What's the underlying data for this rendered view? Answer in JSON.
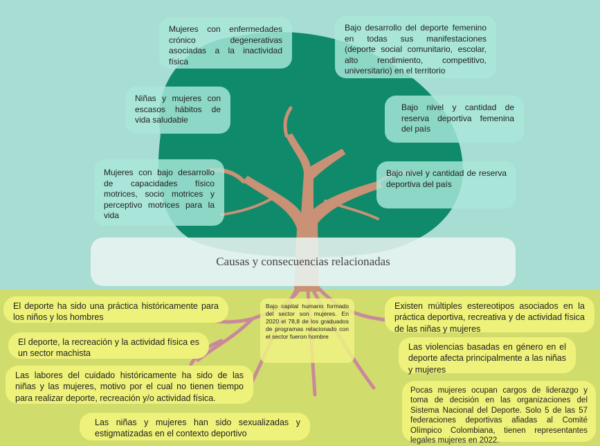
{
  "center_label": "Causas y consecuencias relacionadas",
  "consequences": [
    "Mujeres con enfermedades crónico degenerativas asociadas a la inactividad física",
    "Bajo desarrollo del deporte femenino en todas sus manifestaciones (deporte social comunitario, escolar, alto rendimiento, competitivo, universitario) en el territorio",
    "Niñas y mujeres con escasos hábitos de vida saludable",
    "Bajo nivel y cantidad de reserva deportiva femenina del país",
    "Mujeres con bajo desarrollo de capacidades físico motrices, socio motrices y perceptivo motrices para la vida",
    "Bajo nivel y cantidad de reserva deportiva del país"
  ],
  "causes": [
    "El deporte ha sido una práctica históricamente para los niños y los hombres",
    "El deporte, la recreación y la actividad física es un sector machista",
    "Las labores del cuidado históricamente ha sido de las niñas y las mujeres, motivo por el cual no tienen tiempo para realizar deporte, recreación y/o actividad física.",
    "Las niñas y mujeres han sido sexualizadas y estigmatizadas en el contexto deportivo",
    "Existen múltiples estereotipos asociados en la práctica deportiva, recreativa y de actividad física de las niñas y mujeres",
    "Las violencias basadas en género en el deporte afecta principalmente a las niñas y mujeres",
    "Pocas mujeres ocupan cargos de liderazgo y toma de decisión en las organizaciones del Sistema Nacional del Deporte. Solo 5 de las 57 federaciones deportivas afiadas al Comité Olímpico Colombiana, tienen representantes legales mujeres en 2022."
  ],
  "root_note": "Bajo capital humano formado del sector son mujeres. En 2020 el 78,8 de los graduados de programas relacionado con el sector fueron hombre",
  "colors": {
    "sky": "#a8ddd3",
    "ground": "#d0dc6c",
    "canopy": "#0f8a6a",
    "trunk": "#c99175",
    "roots": "#c9899a",
    "consequence_box": "#aae8da",
    "cause_box": "#eef27a"
  }
}
